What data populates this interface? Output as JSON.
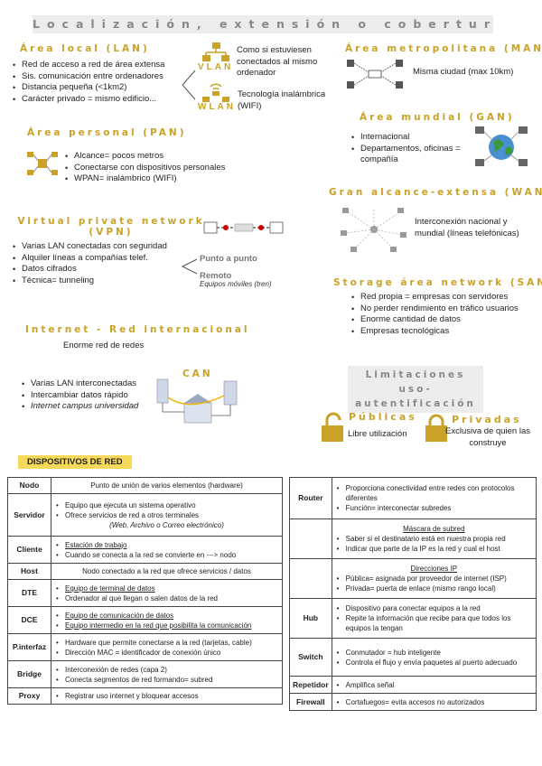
{
  "title": "Localización, extensión o cobertura",
  "lan": {
    "heading": "Área local (LAN)",
    "items": [
      "Red de acceso a red de área extensa",
      "Sis. comunicación entre ordenadores",
      "Distancia pequeña (<1km2)",
      "Carácter privado = mismo edificio..."
    ],
    "vlan_label": "VLAN",
    "vlan_text": "Como si estuviesen conectados al mismo ordenador",
    "wlan_label": "WLAN",
    "wlan_text": "Tecnología inalámbrica (WIFI)"
  },
  "pan": {
    "heading": "Área personal (PAN)",
    "items": [
      "Alcance= pocos metros",
      "Conectarse con dispositivos personales",
      "WPAN= inalámbrico (WIFI)"
    ]
  },
  "vpn": {
    "heading_1": "Virtual private network",
    "heading_2": "(VPN)",
    "items": [
      "Varias LAN conectadas con seguridad",
      "Alquiler líneas a compañías telef.",
      "Datos cifrados",
      "Técnica= tunneling"
    ],
    "punto": "Punto a punto",
    "remoto": "Remoto",
    "remoto_sub": "Equipos móviles (tren)"
  },
  "internet": {
    "heading": "Internet - Red internacional",
    "sub": "Enorme red de redes",
    "items": [
      "Varias LAN interconectadas",
      "Intercambiar datos rápido",
      "Internet campus universidad"
    ],
    "can": "CAN"
  },
  "man": {
    "heading": "Área metropolitana (MAN)",
    "text": "Misma ciudad (max 10km)"
  },
  "gan": {
    "heading": "Área mundial (GAN)",
    "items": [
      "Internacional",
      "Departamentos, oficinas = compañía"
    ]
  },
  "wan": {
    "heading": "Gran alcance-extensa (WAN)",
    "text": "Interconexión nacional y mundial (líneas telefónicas)"
  },
  "san": {
    "heading": "Storage área network (SAN)",
    "items": [
      "Red propia = empresas con servidores",
      "No perder rendimiento en tráfico usuarios",
      "Enorme cantidad de datos",
      "Empresas tecnológicas"
    ]
  },
  "limit": {
    "heading_1": "Limitaciones uso-",
    "heading_2": "autentificación",
    "publicas": "Públicas",
    "publicas_text": "Libre utilización",
    "privadas": "Privadas",
    "privadas_text": "Exclusiva de quien las construye"
  },
  "dispositivos": "DISPOSITIVOS DE RED",
  "left_table": {
    "nodo": {
      "k": "Nodo",
      "v": "Punto de unión de varios elementos (hardware)"
    },
    "servidor": {
      "k": "Servidor",
      "items": [
        "Equipo que ejecuta un sistema operativo",
        "Ofrece servicios de red a otros terminales"
      ],
      "note": "(Web, Archivo o Correo electrónico)"
    },
    "cliente": {
      "k": "Cliente",
      "items": [
        "Estación de trabajo",
        "Cuando se conecta a la red se convierte en ---> nodo"
      ]
    },
    "host": {
      "k": "Host",
      "v": "Nodo conectado a la red que ofrece servicios / datos"
    },
    "dte": {
      "k": "DTE",
      "items": [
        "Equipo de terminal de datos",
        "Ordenador al que llegan o salen datos de la red"
      ]
    },
    "dce": {
      "k": "DCE",
      "items": [
        "Equipo de comunicación de datos",
        "Equipo intermedio en la red que posibilita la comunicación"
      ]
    },
    "pinterfaz": {
      "k": "P.interfaz",
      "items": [
        "Hardware que permite conectarse a la red (tarjetas, cable)",
        "Dirección MAC = identificador de conexión único"
      ]
    },
    "bridge": {
      "k": "Bridge",
      "items": [
        "Interconexión de redes (capa 2)",
        "Conecta segmentos de red formando= subred"
      ]
    },
    "proxy": {
      "k": "Proxy",
      "items": [
        "Registrar uso internet y bloquear accesos"
      ]
    }
  },
  "right_table": {
    "router": {
      "k": "Router",
      "items": [
        "Proporciona conectividad entre redes con protocolos diferentes",
        "Función= interconectar subredes"
      ]
    },
    "mascara": {
      "title": "Máscara de subred",
      "items": [
        "Saber si el destinatario está en nuestra propia red",
        "Indicar que parte de la IP es la red y cual el host"
      ]
    },
    "direcciones": {
      "title": "Direcciones IP",
      "items": [
        "Pública= asignada por proveedor de internet (ISP)",
        "Privada= puerta de enlace (mismo rango local)"
      ]
    },
    "hub": {
      "k": "Hub",
      "items": [
        "Dispositivo para conectar equipos a la red",
        "Repite la información que recibe para que todos los equipos la tengan"
      ]
    },
    "switch": {
      "k": "Switch",
      "items": [
        "Conmutador = hub inteligente",
        "Controla el flujo y envía paquetes al puerto adecuado"
      ]
    },
    "repetidor": {
      "k": "Repetidor",
      "items": [
        "Amplifica señal"
      ]
    },
    "firewall": {
      "k": "Firewall",
      "items": [
        "Cortafuegos= evita accesos no autorizados"
      ]
    }
  },
  "colors": {
    "gold": "#c9a227",
    "highlight": "#f6d85a",
    "gray_bg": "#ececec"
  }
}
